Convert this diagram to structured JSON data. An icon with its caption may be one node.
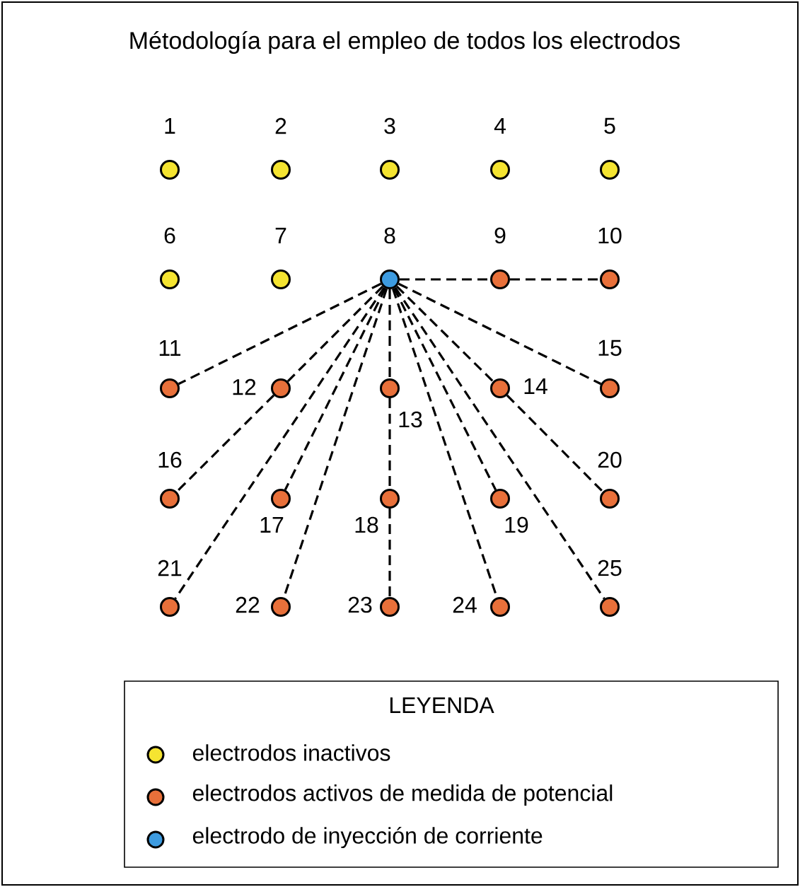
{
  "diagram": {
    "title": "Métodología para el empleo de todos los electrodos",
    "nodes": [
      {
        "text": [
          "1"
        ]
      },
      {
        "text": [
          "2"
        ]
      },
      {
        "text": [
          "3"
        ]
      },
      {
        "text": [
          "4"
        ]
      },
      {
        "text": [
          "5"
        ]
      },
      {
        "text": [
          "6"
        ]
      },
      {
        "text": [
          "7"
        ]
      },
      {
        "text": [
          "8"
        ]
      },
      {
        "text": [
          "9"
        ]
      },
      {
        "text": [
          "10"
        ]
      },
      {
        "text": [
          "11"
        ]
      },
      {
        "text": [
          "12"
        ]
      },
      {
        "text": [
          "13"
        ]
      },
      {
        "text": [
          "14"
        ]
      },
      {
        "text": [
          "15"
        ]
      },
      {
        "text": [
          "16"
        ]
      },
      {
        "text": [
          "17"
        ]
      },
      {
        "text": [
          "18"
        ]
      },
      {
        "text": [
          "19"
        ]
      },
      {
        "text": [
          "20"
        ]
      },
      {
        "text": [
          "21"
        ]
      },
      {
        "text": [
          "22"
        ]
      },
      {
        "text": [
          "23"
        ]
      },
      {
        "text": [
          "24"
        ]
      },
      {
        "text": [
          "25"
        ]
      }
    ],
    "edges": [
      {
        "from": 7,
        "to": 8,
        "arrow": "none",
        "style": "dashed"
      },
      {
        "from": 8,
        "to": 9,
        "arrow": "none",
        "style": "dashed"
      },
      {
        "from": 7,
        "to": 10,
        "arrow": "none",
        "style": "dashed"
      },
      {
        "from": 7,
        "to": 11,
        "arrow": "none",
        "style": "dashed"
      },
      {
        "from": 11,
        "to": 15,
        "arrow": "none",
        "style": "dashed"
      },
      {
        "from": 7,
        "to": 20,
        "arrow": "none",
        "style": "dashed"
      },
      {
        "from": 7,
        "to": 16,
        "arrow": "none",
        "style": "dashed"
      },
      {
        "from": 7,
        "to": 21,
        "arrow": "none",
        "style": "dashed"
      },
      {
        "from": 7,
        "to": 12,
        "arrow": "none",
        "style": "dashed"
      },
      {
        "from": 12,
        "to": 17,
        "arrow": "none",
        "style": "dashed"
      },
      {
        "from": 17,
        "to": 22,
        "arrow": "none",
        "style": "dashed"
      },
      {
        "from": 7,
        "to": 23,
        "arrow": "none",
        "style": "dashed"
      },
      {
        "from": 7,
        "to": 18,
        "arrow": "none",
        "style": "dashed"
      },
      {
        "from": 7,
        "to": 24,
        "arrow": "none",
        "style": "dashed"
      },
      {
        "from": 7,
        "to": 13,
        "arrow": "none",
        "style": "dashed"
      },
      {
        "from": 13,
        "to": 19,
        "arrow": "none",
        "style": "dashed"
      },
      {
        "from": 7,
        "to": 14,
        "arrow": "none",
        "style": "dashed"
      }
    ],
    "labels": [
      "LEYENDA"
    ],
    "legend": [
      {
        "text": "electrodos inactivos",
        "color": "#f5e431"
      },
      {
        "text": "electrodos activos de medida de potencial",
        "color": "#e8703a"
      },
      {
        "text": "electrodo de inyección de corriente",
        "color": "#3d9be0"
      }
    ]
  }
}
